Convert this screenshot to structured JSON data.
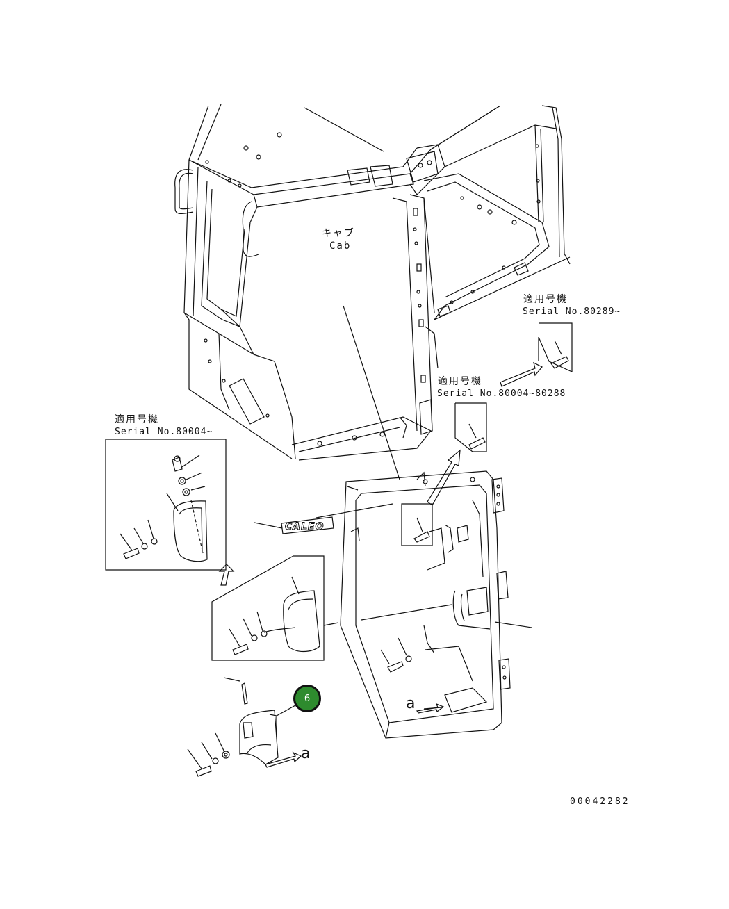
{
  "labels": {
    "cab_jp": "キャブ",
    "cab_en": "Cab",
    "serial_jp": "適用号機",
    "serial_80289": "Serial No.80289~",
    "serial_80004_80288": "Serial No.80004~80288",
    "serial_80004": "Serial No.80004~",
    "logo": "CALEO",
    "view_a": "a",
    "drawing_no": "00042282"
  },
  "callouts": [
    {
      "number": "6",
      "color": "#2e8b2e"
    }
  ]
}
